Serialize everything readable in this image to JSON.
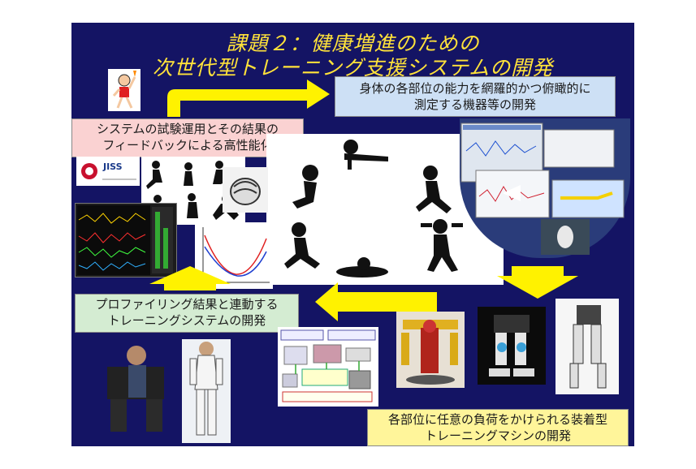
{
  "title": {
    "line1": "課題２：健康増進のための",
    "line2": "次世代型トレーニング支援システムの開発"
  },
  "boxes": {
    "top_right": {
      "line1": "身体の各部位の能力を網羅的かつ俯瞰的に",
      "line2": "測定する機器等の開発"
    },
    "top_left": {
      "line1": "システムの試験運用とその結果の",
      "line2": "フィードバックによる高性能化"
    },
    "mid_left": {
      "line1": "プロファイリング結果と連動する",
      "line2": "トレーニングシステムの開発"
    },
    "bottom_right": {
      "line1": "各部位に任意の負荷をかけられる装着型",
      "line2": "トレーニングマシンの開発"
    }
  },
  "logo": {
    "text": "JISS"
  },
  "colors": {
    "slide_bg": "#141464",
    "title": "#ffe23a",
    "arrow": "#fff200",
    "box_blue": "#cde0f5",
    "box_pink": "#fad2d2",
    "box_green": "#d4ecd2",
    "box_yellow": "#fff59a"
  }
}
